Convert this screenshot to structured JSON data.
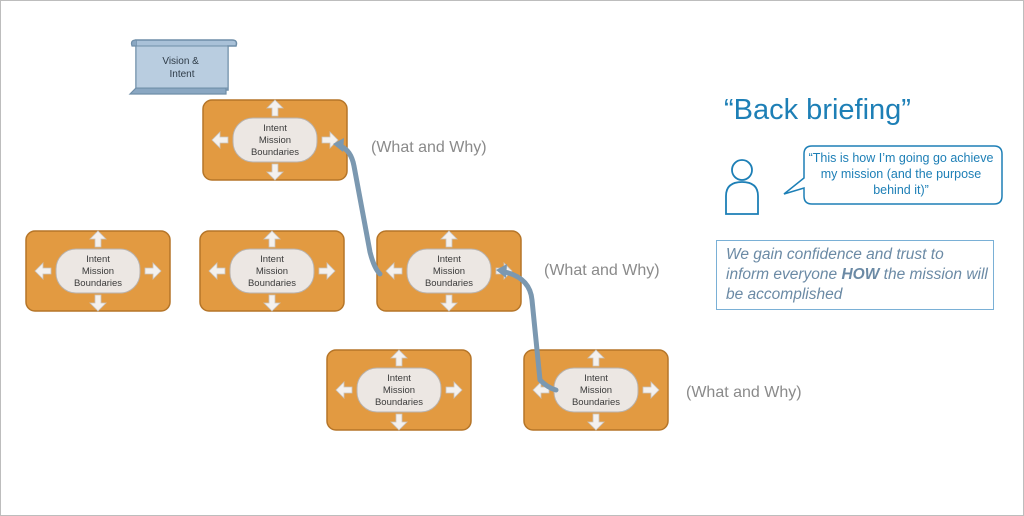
{
  "scroll_label": "Vision &\nIntent",
  "node_label": "Intent\nMission\nBoundaries",
  "title": "“Back briefing”",
  "callout_quote": "“This is how I’m going go achieve my mission (and the purpose behind it)”",
  "note_parts": [
    "We gain confidence and trust to inform everyone ",
    "HOW",
    " the mission will be accomplished"
  ],
  "what_and_why": "(What and Why)",
  "colors": {
    "node_fill": "#e29a41",
    "node_border": "#b57528",
    "inner_fill": "#ece7e3",
    "link_stroke": "#7b98b0",
    "title_color": "#1d7fb6",
    "note_color": "#6b8aa5",
    "scroll_fill": "#a9c1d8"
  },
  "icons": [
    "scroll-icon",
    "person-icon",
    "speech-bubble-icon",
    "direction-arrow-icon"
  ]
}
